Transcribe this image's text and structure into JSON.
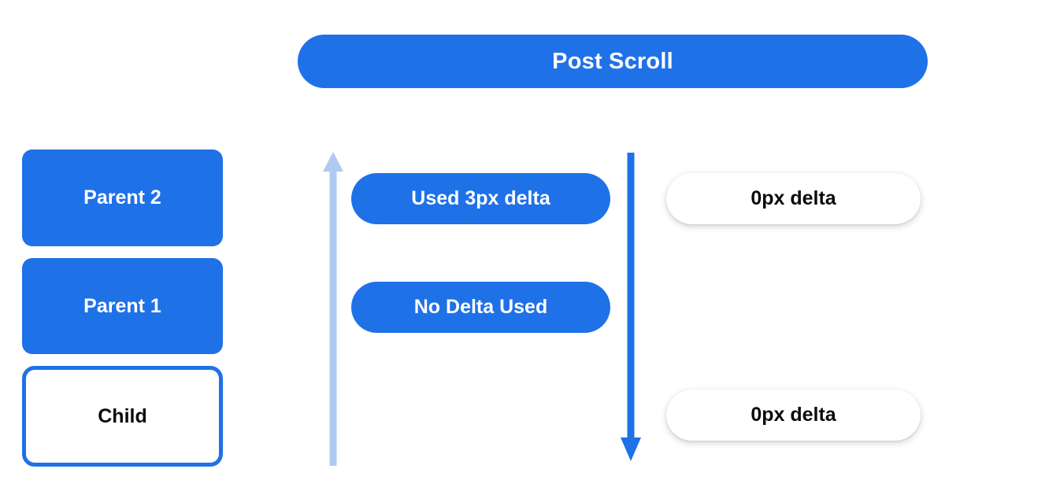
{
  "header": {
    "title": "Post Scroll"
  },
  "colors": {
    "primary_blue": "#1f71e8",
    "light_blue": "#b0cbf2",
    "white": "#ffffff",
    "text_dark": "#0b0b0b",
    "background": "#ffffff"
  },
  "nodes": [
    {
      "id": "parent2",
      "label": "Parent 2",
      "style": "filled"
    },
    {
      "id": "parent1",
      "label": "Parent 1",
      "style": "filled"
    },
    {
      "id": "child",
      "label": "Child",
      "style": "outlined"
    }
  ],
  "events": [
    {
      "id": "used-delta",
      "label": "Used 3px delta"
    },
    {
      "id": "no-delta",
      "label": "No Delta Used"
    }
  ],
  "results": [
    {
      "id": "delta-top",
      "label": "0px delta"
    },
    {
      "id": "delta-bottom",
      "label": "0px delta"
    }
  ],
  "arrows": [
    {
      "id": "arrow-up",
      "icon": "arrow-up-icon",
      "direction": "up",
      "color": "#b0cbf2"
    },
    {
      "id": "arrow-down",
      "icon": "arrow-down-icon",
      "direction": "down",
      "color": "#1f71e8"
    }
  ],
  "chart_data": {
    "type": "diagram",
    "title": "Post Scroll",
    "nodes": [
      "Parent 2",
      "Parent 1",
      "Child"
    ],
    "events": [
      "Used 3px delta",
      "No Delta Used"
    ],
    "results": [
      "0px delta",
      "0px delta"
    ],
    "flows": [
      {
        "from": "Child",
        "to": "Parent 2",
        "direction": "up",
        "label": "Used 3px delta"
      },
      {
        "from": "Parent 2",
        "to": "Child",
        "direction": "down",
        "label": "0px delta"
      }
    ]
  }
}
